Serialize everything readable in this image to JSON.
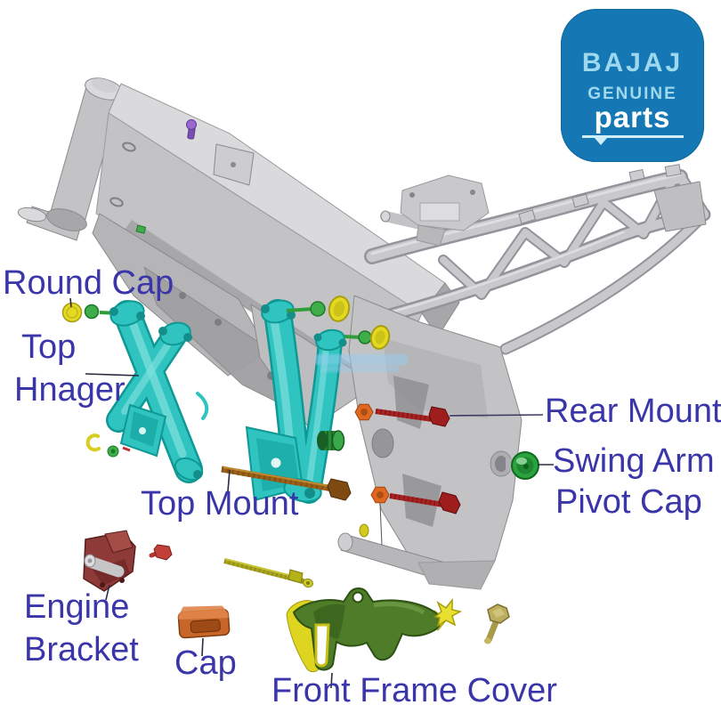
{
  "page": {
    "background": "#ffffff"
  },
  "logo": {
    "brand": "BAJAJ",
    "line1": "GENUINE",
    "line2": "parts",
    "bg_color": "#1577b3",
    "accent_color": "#9ed8ef",
    "parts_color": "#ffffff"
  },
  "labels": {
    "color": "#3a35a8",
    "round_cap": "Round Cap",
    "top_hanger_line1": "Top",
    "top_hanger_line2": "Hnager",
    "top_mount": "Top Mount",
    "rear_mount": "Rear Mount",
    "swing_arm_line1": "Swing Arm",
    "swing_arm_line2": "Pivot Cap",
    "engine_bracket_line1": "Engine",
    "engine_bracket_line2": "Bracket",
    "cap": "Cap",
    "front_frame_cover": "Front Frame Cover"
  },
  "parts": [
    {
      "name": "motorcycle-frame",
      "color": "#c3c3c5"
    },
    {
      "name": "round-cap",
      "color": "#e3d922"
    },
    {
      "name": "top-hanger",
      "color": "#2fc4c0"
    },
    {
      "name": "top-mount",
      "color": "#2fc4c0"
    },
    {
      "name": "top-mount-bolt",
      "color": "#9a6018"
    },
    {
      "name": "rear-mount-bolt",
      "color": "#a82222"
    },
    {
      "name": "rear-mount-nut",
      "color": "#e06820"
    },
    {
      "name": "swing-arm-pivot-cap",
      "color": "#2aa23e"
    },
    {
      "name": "engine-bracket",
      "color": "#8e3a38"
    },
    {
      "name": "cap",
      "color": "#c8662a"
    },
    {
      "name": "front-frame-cover",
      "color": "#4e7c28",
      "edge_color": "#ddd51f"
    },
    {
      "name": "cover-rod",
      "color": "#a8a420"
    },
    {
      "name": "purple-bolt",
      "color": "#9a66d2"
    },
    {
      "name": "khaki-bolt",
      "color": "#bcae5e"
    },
    {
      "name": "star-clip",
      "color": "#e8e030"
    },
    {
      "name": "barrel-nut",
      "color": "#2a8838"
    },
    {
      "name": "green-bolt",
      "color": "#3fae4a"
    }
  ]
}
